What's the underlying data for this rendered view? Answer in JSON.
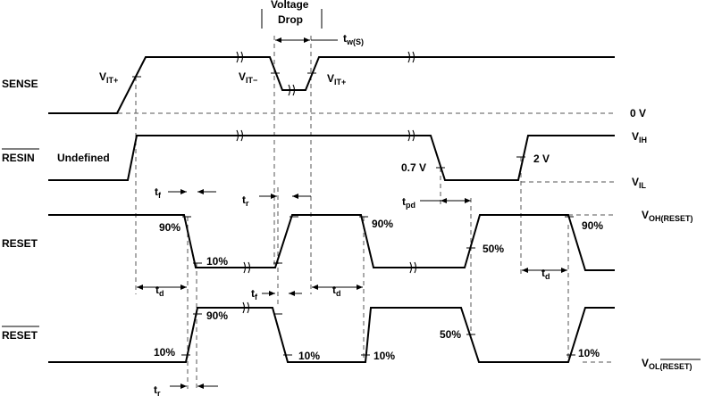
{
  "signals": {
    "sense": "SENSE",
    "resin": "RESIN",
    "reset": "RESET",
    "reset_bar": "RESET"
  },
  "state_labels": {
    "undefined": "Undefined",
    "voltage_drop_line1": "Voltage",
    "voltage_drop_line2": "Drop"
  },
  "levels": {
    "zero_v": "0 V",
    "v_ih": {
      "main": "V",
      "sub": "IH"
    },
    "v_il": {
      "main": "V",
      "sub": "IL"
    },
    "v_oh": {
      "main": "V",
      "sub": "OH(RESET)"
    },
    "v_ol": {
      "main": "V",
      "sub": "OL(RESET)"
    },
    "v_0_7": "0.7 V",
    "v_2": "2 V"
  },
  "thresholds": {
    "vit_plus": {
      "main": "V",
      "sub": "IT+"
    },
    "vit_minus": {
      "main": "V",
      "sub": "IT−"
    }
  },
  "percent": {
    "p90": "90%",
    "p10": "10%",
    "p50": "50%"
  },
  "timing": {
    "tf": {
      "main": "t",
      "sub": "f"
    },
    "tr": {
      "main": "t",
      "sub": "r"
    },
    "td": {
      "main": "t",
      "sub": "d"
    },
    "tpd": {
      "main": "t",
      "sub": "pd"
    },
    "tws": {
      "main": "t",
      "sub": "w(S)"
    }
  }
}
